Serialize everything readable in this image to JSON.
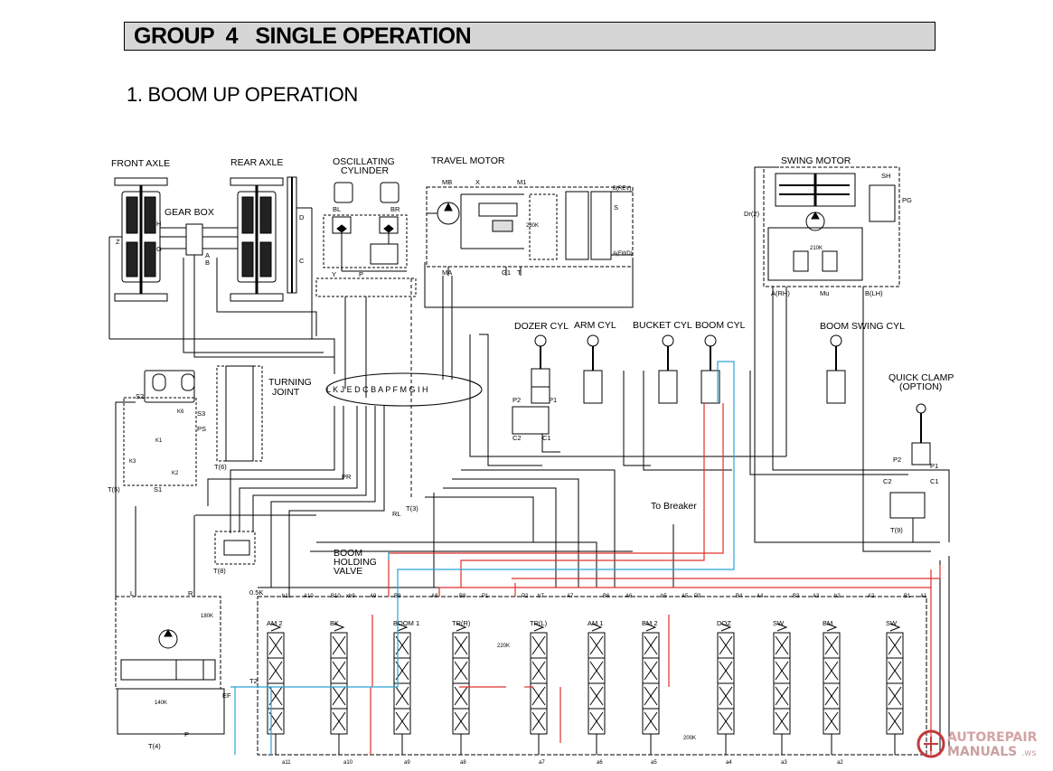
{
  "header": {
    "group_title": "GROUP  4   SINGLE OPERATION",
    "section_title": "1. BOOM UP OPERATION"
  },
  "labels": {
    "front_axle": "FRONT AXLE",
    "rear_axle": "REAR AXLE",
    "gear_box": "GEAR BOX",
    "osc_cyl_1": "OSCILLATING",
    "osc_cyl_2": "CYLINDER",
    "travel_motor": "TRAVEL MOTOR",
    "swing_motor": "SWING MOTOR",
    "dozer_cyl": "DOZER CYL",
    "arm_cyl": "ARM CYL",
    "bucket_cyl": "BUCKET CYL",
    "boom_cyl": "BOOM CYL",
    "boom_swing_cyl": "BOOM SWING CYL",
    "quick_clamp_1": "QUICK CLAMP",
    "quick_clamp_2": "(OPTION)",
    "turning_joint_1": "TURNING",
    "turning_joint_2": "JOINT",
    "turning_ports": "L K J E D C B A   P F M G I H",
    "boom_holding_1": "BOOM",
    "boom_holding_2": "HOLDING",
    "boom_holding_3": "VALVE",
    "to_breaker": "To Breaker",
    "sh": "SH",
    "pg": "PG",
    "dr2": "Dr(2)",
    "a_rh": "A(RH)",
    "mu": "Mu",
    "b_lh": "B(LH)",
    "k210": "210K",
    "k230": "230K",
    "b_rev": "B(REV)",
    "a_fwd": "A(FWD)",
    "mb": "MB",
    "ma": "MA",
    "m1": "M1",
    "x": "X",
    "g1": "G1",
    "t": "T",
    "s": "S",
    "bl": "BL",
    "br": "BR",
    "y": "Y",
    "p": "P",
    "z": "Z",
    "h": "H",
    "g": "G",
    "a": "A",
    "b": "B",
    "c": "C",
    "d": "D",
    "s2": "S2",
    "s3": "S3",
    "s1": "S1",
    "ps": "PS",
    "k1": "K1",
    "k2": "K2",
    "k3": "K3",
    "k6": "K6",
    "t5": "T(5)",
    "t6": "T(6)",
    "t8": "T(8)",
    "t9": "T(9)",
    "t3": "T(3)",
    "t4": "T(4)",
    "pr": "PR",
    "rl": "RL",
    "p1": "P1",
    "p2": "P2",
    "c1": "C1",
    "c2": "C2",
    "l": "L",
    "r": "R",
    "k180": "180K",
    "k140": "140K",
    "k220": "220K",
    "k200": "200K",
    "k05": "0.5K",
    "ef": "EF",
    "t2": "T2"
  },
  "valve_sections": [
    {
      "label": "AM 2"
    },
    {
      "label": "BK"
    },
    {
      "label": "BOOM 1"
    },
    {
      "label": "TR(R)"
    },
    {
      "label": "TR(L)"
    },
    {
      "label": "AM 1"
    },
    {
      "label": "BM 2"
    },
    {
      "label": "DOZ"
    },
    {
      "label": "SW"
    },
    {
      "label": "BM"
    },
    {
      "label": "SW"
    }
  ],
  "top_ports": [
    "b11",
    "A10",
    "B10",
    "xb9",
    "A9",
    "B9",
    "A8",
    "B8",
    "P1",
    "P2",
    "b7",
    "A7",
    "B6",
    "A6",
    "b5",
    "A5",
    "P3",
    "B4",
    "A4",
    "B3",
    "A3",
    "b2",
    "A2",
    "B1",
    "A1"
  ],
  "bottom_ports": [
    "a11",
    "a10",
    "a9",
    "a8",
    "a7",
    "a6",
    "a5",
    "a4",
    "a3",
    "a2"
  ],
  "watermark": {
    "line1": "AUTOREPAIR",
    "line2": "MANUALS",
    "suffix": ".ws"
  },
  "colors": {
    "line": "#000000",
    "pressure_red": "#e0302a",
    "return_blue": "#29a3d6",
    "header_bg": "#d6d6d6"
  }
}
